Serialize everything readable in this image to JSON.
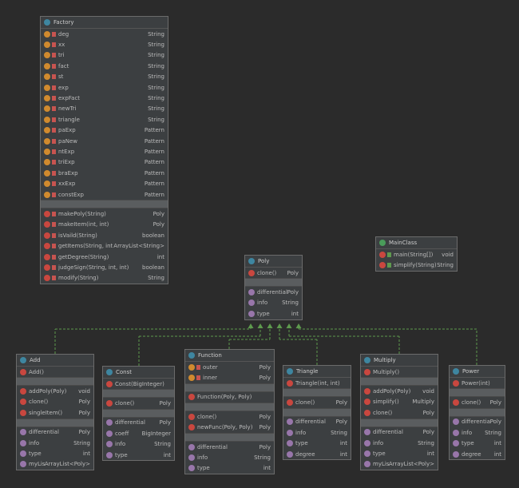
{
  "classes": {
    "factory": {
      "name": "Factory",
      "fields": [
        {
          "n": "deg",
          "t": "String"
        },
        {
          "n": "xx",
          "t": "String"
        },
        {
          "n": "tri",
          "t": "String"
        },
        {
          "n": "fact",
          "t": "String"
        },
        {
          "n": "st",
          "t": "String"
        },
        {
          "n": "exp",
          "t": "String"
        },
        {
          "n": "expFact",
          "t": "String"
        },
        {
          "n": "newTri",
          "t": "String"
        },
        {
          "n": "triangle",
          "t": "String"
        },
        {
          "n": "paExp",
          "t": "Pattern"
        },
        {
          "n": "paNew",
          "t": "Pattern"
        },
        {
          "n": "ntExp",
          "t": "Pattern"
        },
        {
          "n": "triExp",
          "t": "Pattern"
        },
        {
          "n": "braExp",
          "t": "Pattern"
        },
        {
          "n": "xxExp",
          "t": "Pattern"
        },
        {
          "n": "constExp",
          "t": "Pattern"
        }
      ],
      "methods": [
        {
          "n": "makePoly(String)",
          "t": "Poly"
        },
        {
          "n": "makeItem(int, int)",
          "t": "Poly"
        },
        {
          "n": "isVaild(String)",
          "t": "boolean"
        },
        {
          "n": "getItems(String, int)",
          "t": "ArrayList<String>"
        },
        {
          "n": "getDegree(String)",
          "t": "int"
        },
        {
          "n": "judgeSign(String, int, int)",
          "t": "boolean"
        },
        {
          "n": "modify(String)",
          "t": "String"
        }
      ]
    },
    "mainclass": {
      "name": "MainClass",
      "methods": [
        {
          "n": "main(String[])",
          "t": "void"
        },
        {
          "n": "simplify(String)",
          "t": "String"
        }
      ]
    },
    "poly": {
      "name": "Poly",
      "methods": [
        {
          "n": "clone()",
          "t": "Poly"
        }
      ],
      "props": [
        {
          "n": "differential",
          "t": "Poly"
        },
        {
          "n": "info",
          "t": "String"
        },
        {
          "n": "type",
          "t": "int"
        }
      ]
    },
    "add": {
      "name": "Add",
      "ctors": [
        {
          "n": "Add()",
          "t": ""
        }
      ],
      "methods": [
        {
          "n": "addPoly(Poly)",
          "t": "void"
        },
        {
          "n": "clone()",
          "t": "Poly"
        },
        {
          "n": "singleItem()",
          "t": "Poly"
        }
      ],
      "props": [
        {
          "n": "differential",
          "t": "Poly"
        },
        {
          "n": "info",
          "t": "String"
        },
        {
          "n": "type",
          "t": "int"
        },
        {
          "n": "myList",
          "t": "ArrayList<Poly>"
        }
      ]
    },
    "const": {
      "name": "Const",
      "ctors": [
        {
          "n": "Const(BigInteger)",
          "t": ""
        }
      ],
      "methods": [
        {
          "n": "clone()",
          "t": "Poly"
        }
      ],
      "props": [
        {
          "n": "differential",
          "t": "Poly"
        },
        {
          "n": "coeff",
          "t": "BigInteger"
        },
        {
          "n": "info",
          "t": "String"
        },
        {
          "n": "type",
          "t": "int"
        }
      ]
    },
    "function": {
      "name": "Function",
      "fields": [
        {
          "n": "outer",
          "t": "Poly"
        },
        {
          "n": "inner",
          "t": "Poly"
        }
      ],
      "ctors": [
        {
          "n": "Function(Poly, Poly)",
          "t": ""
        }
      ],
      "methods": [
        {
          "n": "clone()",
          "t": "Poly"
        },
        {
          "n": "newFunc(Poly, Poly)",
          "t": "Poly"
        }
      ],
      "props": [
        {
          "n": "differential",
          "t": "Poly"
        },
        {
          "n": "info",
          "t": "String"
        },
        {
          "n": "type",
          "t": "int"
        }
      ]
    },
    "triangle": {
      "name": "Triangle",
      "ctors": [
        {
          "n": "Triangle(int, int)",
          "t": ""
        }
      ],
      "methods": [
        {
          "n": "clone()",
          "t": "Poly"
        }
      ],
      "props": [
        {
          "n": "differential",
          "t": "Poly"
        },
        {
          "n": "info",
          "t": "String"
        },
        {
          "n": "type",
          "t": "int"
        },
        {
          "n": "degree",
          "t": "int"
        }
      ]
    },
    "multiply": {
      "name": "Multiply",
      "ctors": [
        {
          "n": "Multiply()",
          "t": ""
        }
      ],
      "methods": [
        {
          "n": "addPoly(Poly)",
          "t": "void"
        },
        {
          "n": "simplify()",
          "t": "Multiply"
        },
        {
          "n": "clone()",
          "t": "Poly"
        }
      ],
      "props": [
        {
          "n": "differential",
          "t": "Poly"
        },
        {
          "n": "info",
          "t": "String"
        },
        {
          "n": "type",
          "t": "int"
        },
        {
          "n": "myList",
          "t": "ArrayList<Poly>"
        }
      ]
    },
    "power": {
      "name": "Power",
      "ctors": [
        {
          "n": "Power(int)",
          "t": ""
        }
      ],
      "methods": [
        {
          "n": "clone()",
          "t": "Poly"
        }
      ],
      "props": [
        {
          "n": "differential",
          "t": "Poly"
        },
        {
          "n": "info",
          "t": "String"
        },
        {
          "n": "type",
          "t": "int"
        },
        {
          "n": "degree",
          "t": "int"
        }
      ]
    }
  },
  "colors": {
    "edge": "#5e9a4e",
    "background": "#2b2b2b",
    "box": "#3c3f41"
  }
}
